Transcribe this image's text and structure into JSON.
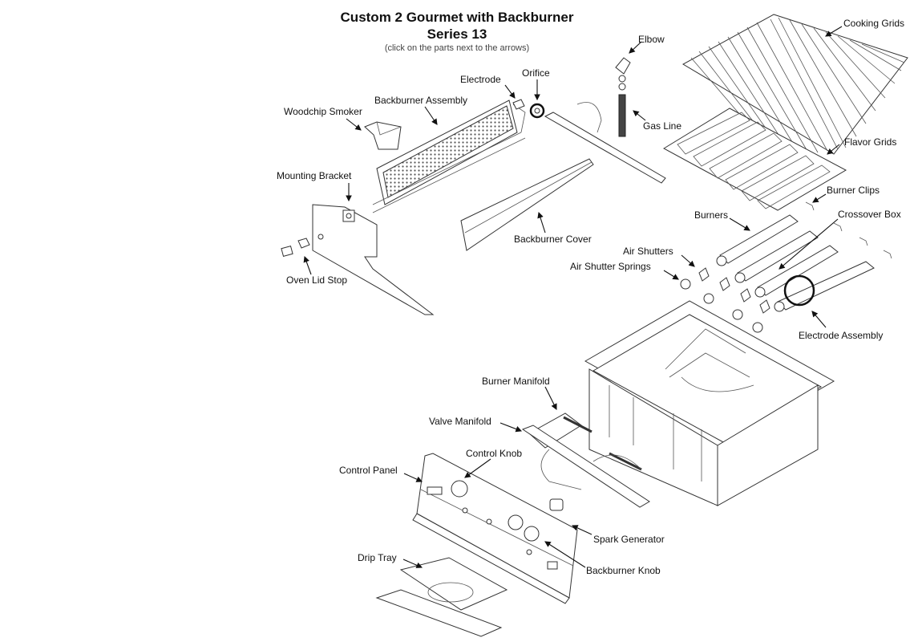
{
  "header": {
    "title_line1": "Custom 2 Gourmet with Backburner",
    "title_line2": "Series 13",
    "subtitle": "(click on the parts next to the arrows)"
  },
  "labels": {
    "cooking_grids": "Cooking Grids",
    "elbow": "Elbow",
    "orifice": "Orifice",
    "electrode": "Electrode",
    "backburner_assembly": "Backburner Assembly",
    "woodchip_smoker": "Woodchip Smoker",
    "gas_line": "Gas Line",
    "flavor_grids": "Flavor Grids",
    "burner_clips": "Burner Clips",
    "mounting_bracket": "Mounting Bracket",
    "burners": "Burners",
    "crossover_box": "Crossover Box",
    "backburner_cover": "Backburner Cover",
    "air_shutters": "Air Shutters",
    "air_shutter_springs": "Air Shutter Springs",
    "oven_lid_stop": "Oven Lid Stop",
    "electrode_assembly": "Electrode Assembly",
    "burner_manifold": "Burner Manifold",
    "valve_manifold": "Valve Manifold",
    "control_knob": "Control Knob",
    "control_panel": "Control Panel",
    "spark_generator": "Spark Generator",
    "drip_tray": "Drip Tray",
    "backburner_knob": "Backburner Knob"
  },
  "colors": {
    "line": "#222222",
    "background": "#ffffff"
  }
}
